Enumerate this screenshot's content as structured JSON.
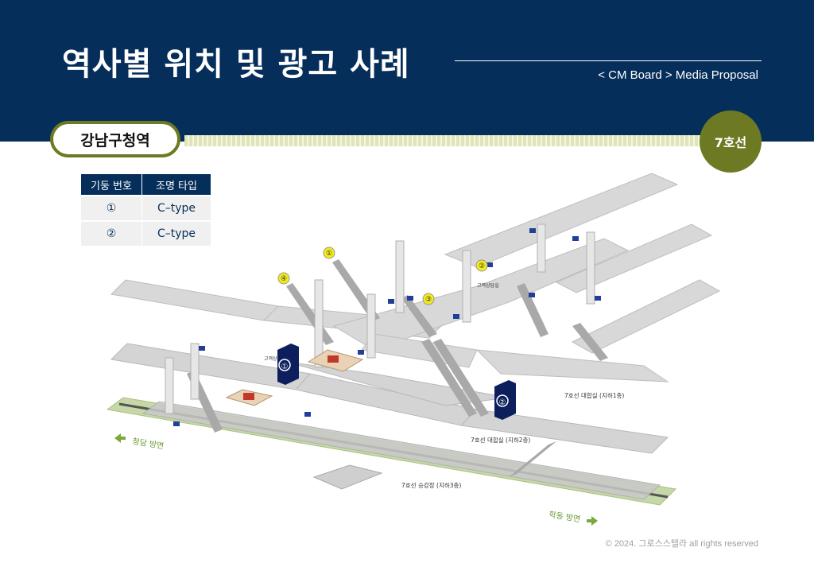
{
  "header": {
    "title": "역사별 위치 및 광고 사례",
    "breadcrumb": "< CM Board > Media Proposal"
  },
  "station": {
    "name": "강남구청역",
    "line": "7호선"
  },
  "legend": {
    "columns": [
      "기둥 번호",
      "조명 타입"
    ],
    "rows": [
      {
        "no": "①",
        "type": "C–type"
      },
      {
        "no": "②",
        "type": "C–type"
      }
    ]
  },
  "diagram": {
    "labels": {
      "concourse1": "7호선 대합실 (지하1층)",
      "concourse2": "7호선 대합실 (지하2층)",
      "platform": "7호선 승강장 (지하3층)",
      "dir_left": "청담 방면",
      "dir_right": "학동 방면",
      "office1": "고객상담실",
      "office2": "고객상"
    },
    "entrances": [
      "①",
      "②",
      "③",
      "④"
    ],
    "boards": [
      "①",
      "②"
    ],
    "colors": {
      "accent": "#6e7a23",
      "navy": "#062e5a",
      "board": "#0c1f5c",
      "marker": "#f2ea1b",
      "greenway": "#c6d8a8"
    }
  },
  "footer": {
    "copyright": "© 2024. 그로스스텔라 all rights reserved"
  }
}
